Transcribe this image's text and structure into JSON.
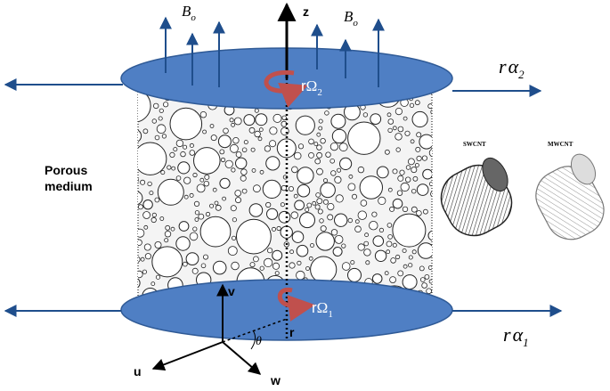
{
  "labels": {
    "porous_line1": "Porous",
    "porous_line2": "medium",
    "b_left": "B",
    "b_left_sub": "o",
    "b_right": "B",
    "b_right_sub": "o",
    "r_alpha2": "r",
    "alpha2_symbol": "α",
    "alpha2_sub": "2",
    "r_alpha1": "r",
    "alpha1_symbol": "α",
    "alpha1_sub": "1",
    "r_omega2": "r",
    "omega2_symbol": "Ω",
    "omega2_sub": "2",
    "r_omega1": "r",
    "omega1_symbol": "Ω",
    "omega1_sub": "1",
    "axis_z": "z",
    "axis_v": "v",
    "axis_u": "u",
    "axis_w": "w",
    "axis_r": "r",
    "angle_theta": "θ",
    "swcnt": "SWCNT",
    "mwcnt": "MWCNT"
  },
  "colors": {
    "disk_fill": "#4f7fc4",
    "disk_stroke": "#2f5a96",
    "arrow_blue": "#1f4e8c",
    "rotation_red": "#c0504d",
    "ink": "#000000"
  }
}
